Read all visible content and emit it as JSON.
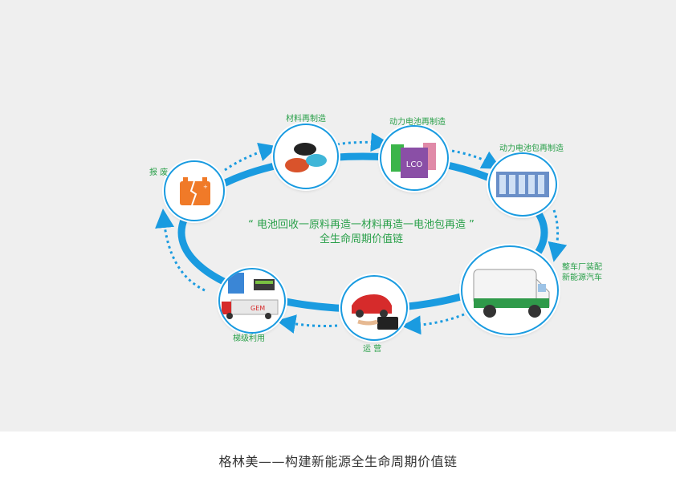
{
  "diagram": {
    "center_line1": "“ 电池回收一原料再造一材料再造一电池包再造 ”",
    "center_line2": "全生命周期价值链",
    "nodes": [
      {
        "id": "scrap",
        "label": "报 废"
      },
      {
        "id": "material",
        "label": "材料再制造"
      },
      {
        "id": "cell",
        "label": "动力电池再制造"
      },
      {
        "id": "pack",
        "label": "动力电池包再制造"
      },
      {
        "id": "vehicle",
        "label_line1": "整车厂装配",
        "label_line2": "新能源汽车"
      },
      {
        "id": "operation",
        "label": "运 营"
      },
      {
        "id": "cascade",
        "label": "梯级利用"
      }
    ],
    "cell_text": "LCO",
    "truck_brand": "GEM"
  },
  "caption": "格林美——构建新能源全生命周期价值链",
  "colors": {
    "ring": "#1a9be0",
    "label": "#2aa04a",
    "battery": "#f07a28"
  }
}
